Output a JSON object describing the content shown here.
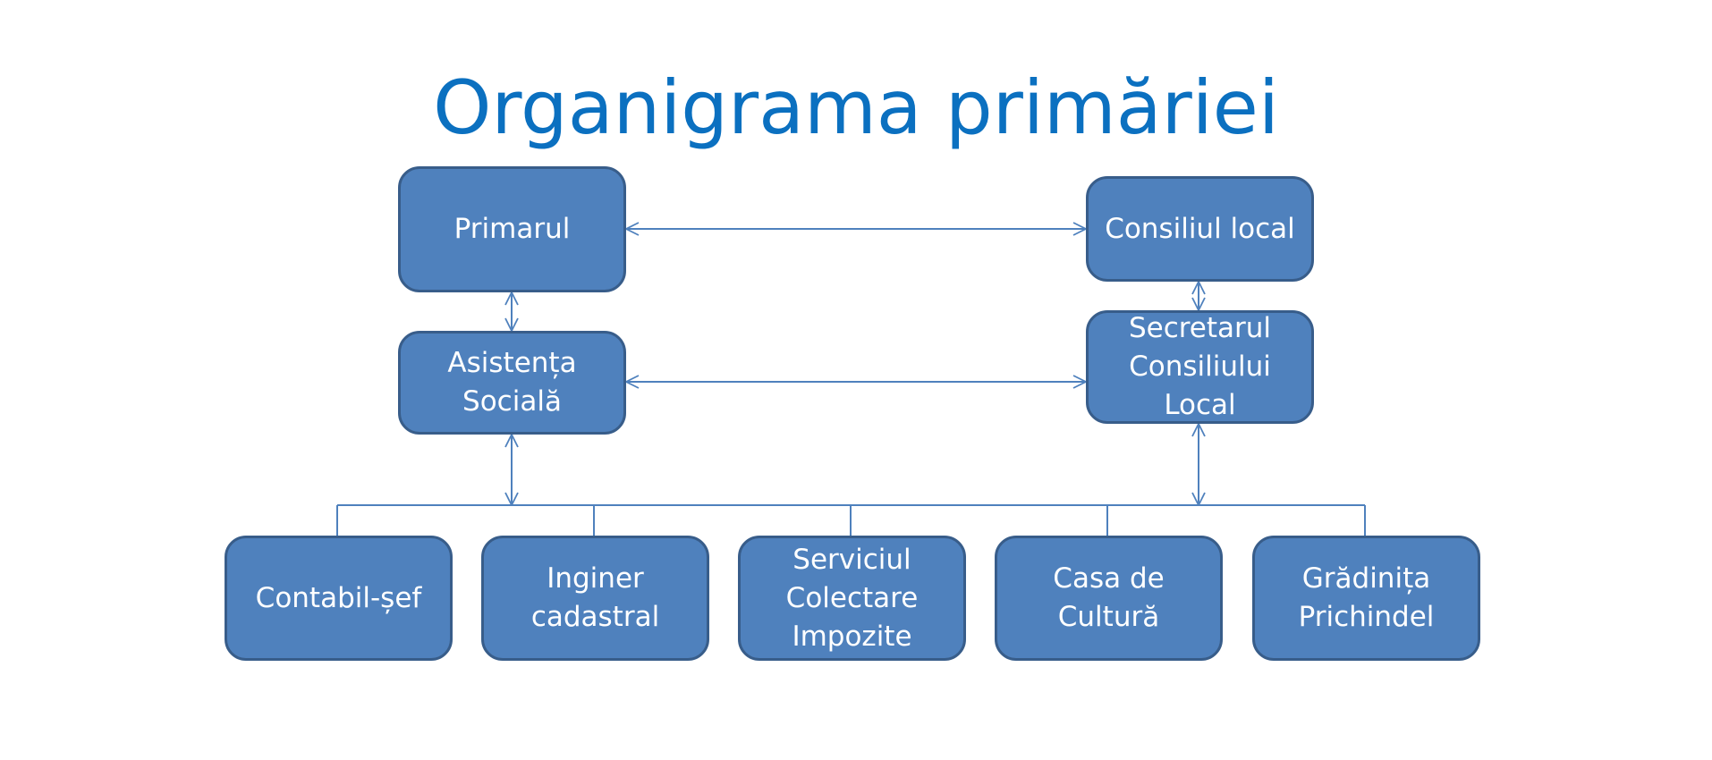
{
  "title": "Organigrama primăriei",
  "colors": {
    "title": "#0b70c0",
    "box_fill": "#4f81bd",
    "box_border": "#385d8a",
    "box_text": "#ffffff",
    "connector": "#4f81bd"
  },
  "nodes": {
    "primarul": "Primarul",
    "consiliul_local": "Consiliul local",
    "asistenta_sociala": "Asistența\nSocială",
    "secretarul": "Secretarul\nConsiliului\nLocal",
    "contabil_sef": "Contabil-șef",
    "inginer_cadastral": "Inginer\ncadastral",
    "serviciul_colectare": "Serviciul\nColectare\nImpozite",
    "casa_de_cultura": "Casa de\nCultură",
    "gradinita": "Grădinița\nPrichindel"
  },
  "connections": [
    {
      "from": "primarul",
      "to": "consiliul_local",
      "type": "bidirectional"
    },
    {
      "from": "primarul",
      "to": "asistenta_sociala",
      "type": "bidirectional"
    },
    {
      "from": "consiliul_local",
      "to": "secretarul",
      "type": "bidirectional"
    },
    {
      "from": "asistenta_sociala",
      "to": "secretarul",
      "type": "bidirectional"
    },
    {
      "from": "asistenta_sociala",
      "to": "departments_bus",
      "type": "bidirectional"
    },
    {
      "from": "secretarul",
      "to": "departments_bus",
      "type": "bidirectional"
    },
    {
      "from": "departments_bus",
      "to": "contabil_sef",
      "type": "line"
    },
    {
      "from": "departments_bus",
      "to": "inginer_cadastral",
      "type": "line"
    },
    {
      "from": "departments_bus",
      "to": "serviciul_colectare",
      "type": "line"
    },
    {
      "from": "departments_bus",
      "to": "casa_de_cultura",
      "type": "line"
    },
    {
      "from": "departments_bus",
      "to": "gradinita",
      "type": "line"
    }
  ]
}
